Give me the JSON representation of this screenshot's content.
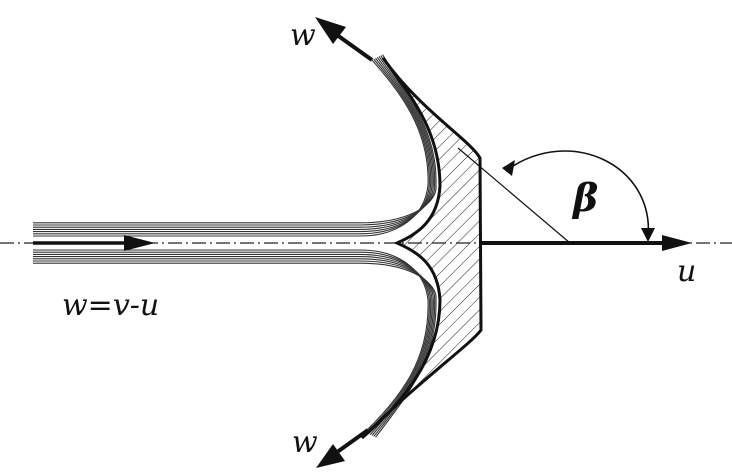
{
  "labels": {
    "w_top": "w",
    "w_bottom": "w",
    "u": "u",
    "beta": "β",
    "equation": "w=v-u"
  }
}
